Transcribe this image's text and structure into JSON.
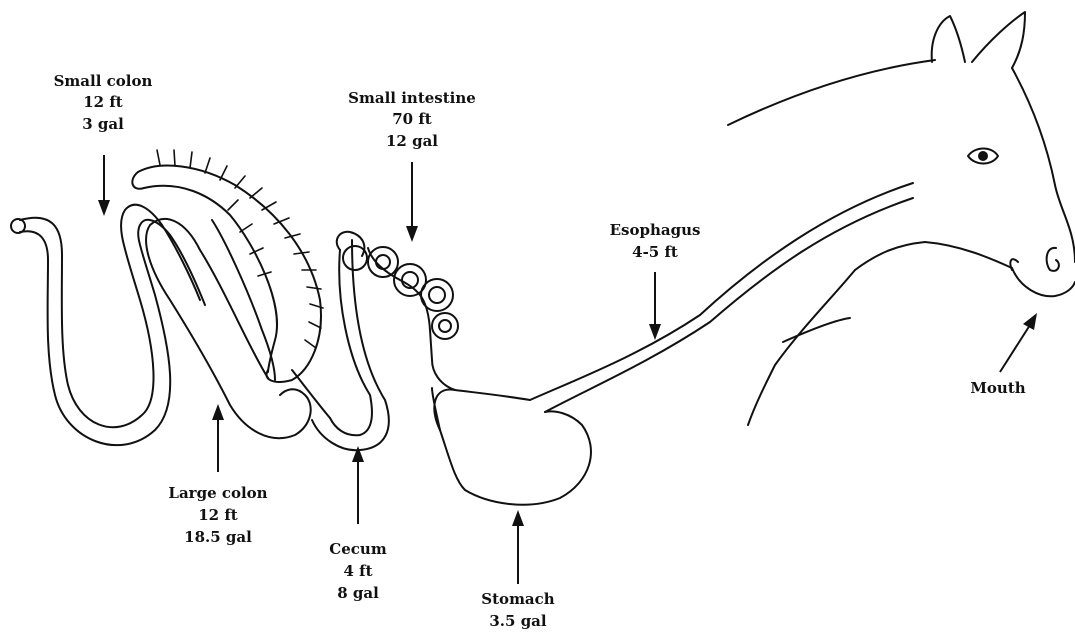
{
  "labels": {
    "small_colon": {
      "name": "Small colon",
      "length": "12 ft",
      "volume": "3 gal"
    },
    "small_intestine": {
      "name": "Small intestine",
      "length": "70 ft",
      "volume": "12 gal"
    },
    "esophagus": {
      "name": "Esophagus",
      "length": "4-5 ft"
    },
    "mouth": {
      "name": "Mouth"
    },
    "large_colon": {
      "name": "Large colon",
      "length": "12 ft",
      "volume": "18.5 gal"
    },
    "cecum": {
      "name": "Cecum",
      "length": "4 ft",
      "volume": "8 gal"
    },
    "stomach": {
      "name": "Stomach",
      "volume": "3.5 gal"
    }
  },
  "colors": {
    "ink": "#111111",
    "background": "#ffffff"
  }
}
